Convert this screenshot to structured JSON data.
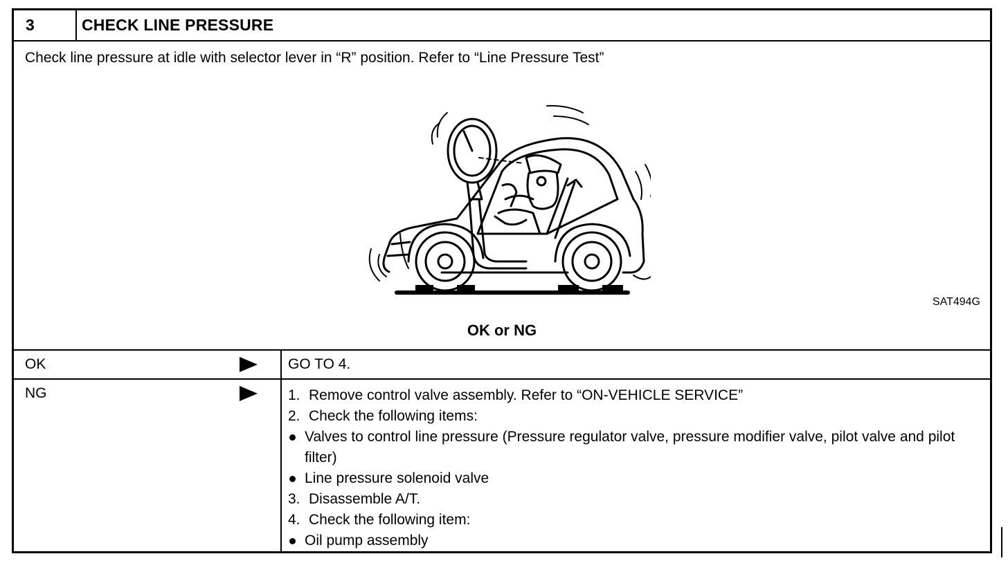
{
  "step": {
    "number": "3",
    "title": "CHECK LINE PRESSURE",
    "instruction": "Check line pressure at idle with selector lever in “R” position. Refer to “Line Pressure Test”",
    "figure_code": "SAT494G",
    "decision": "OK or NG"
  },
  "results": {
    "ok": {
      "label": "OK",
      "action": "GO TO 4."
    },
    "ng": {
      "label": "NG",
      "items": [
        {
          "marker": "1.",
          "text": "Remove control valve assembly. Refer to “ON-VEHICLE SERVICE”"
        },
        {
          "marker": "2.",
          "text": "Check the following items:"
        },
        {
          "marker": "bullet",
          "text": "Valves to control line pressure (Pressure regulator valve, pressure modifier valve, pilot valve and pilot filter)"
        },
        {
          "marker": "bullet",
          "text": "Line pressure solenoid valve"
        },
        {
          "marker": "3.",
          "text": "Disassemble A/T."
        },
        {
          "marker": "4.",
          "text": "Check the following item:"
        },
        {
          "marker": "bullet",
          "text": "Oil pump assembly"
        }
      ]
    }
  }
}
